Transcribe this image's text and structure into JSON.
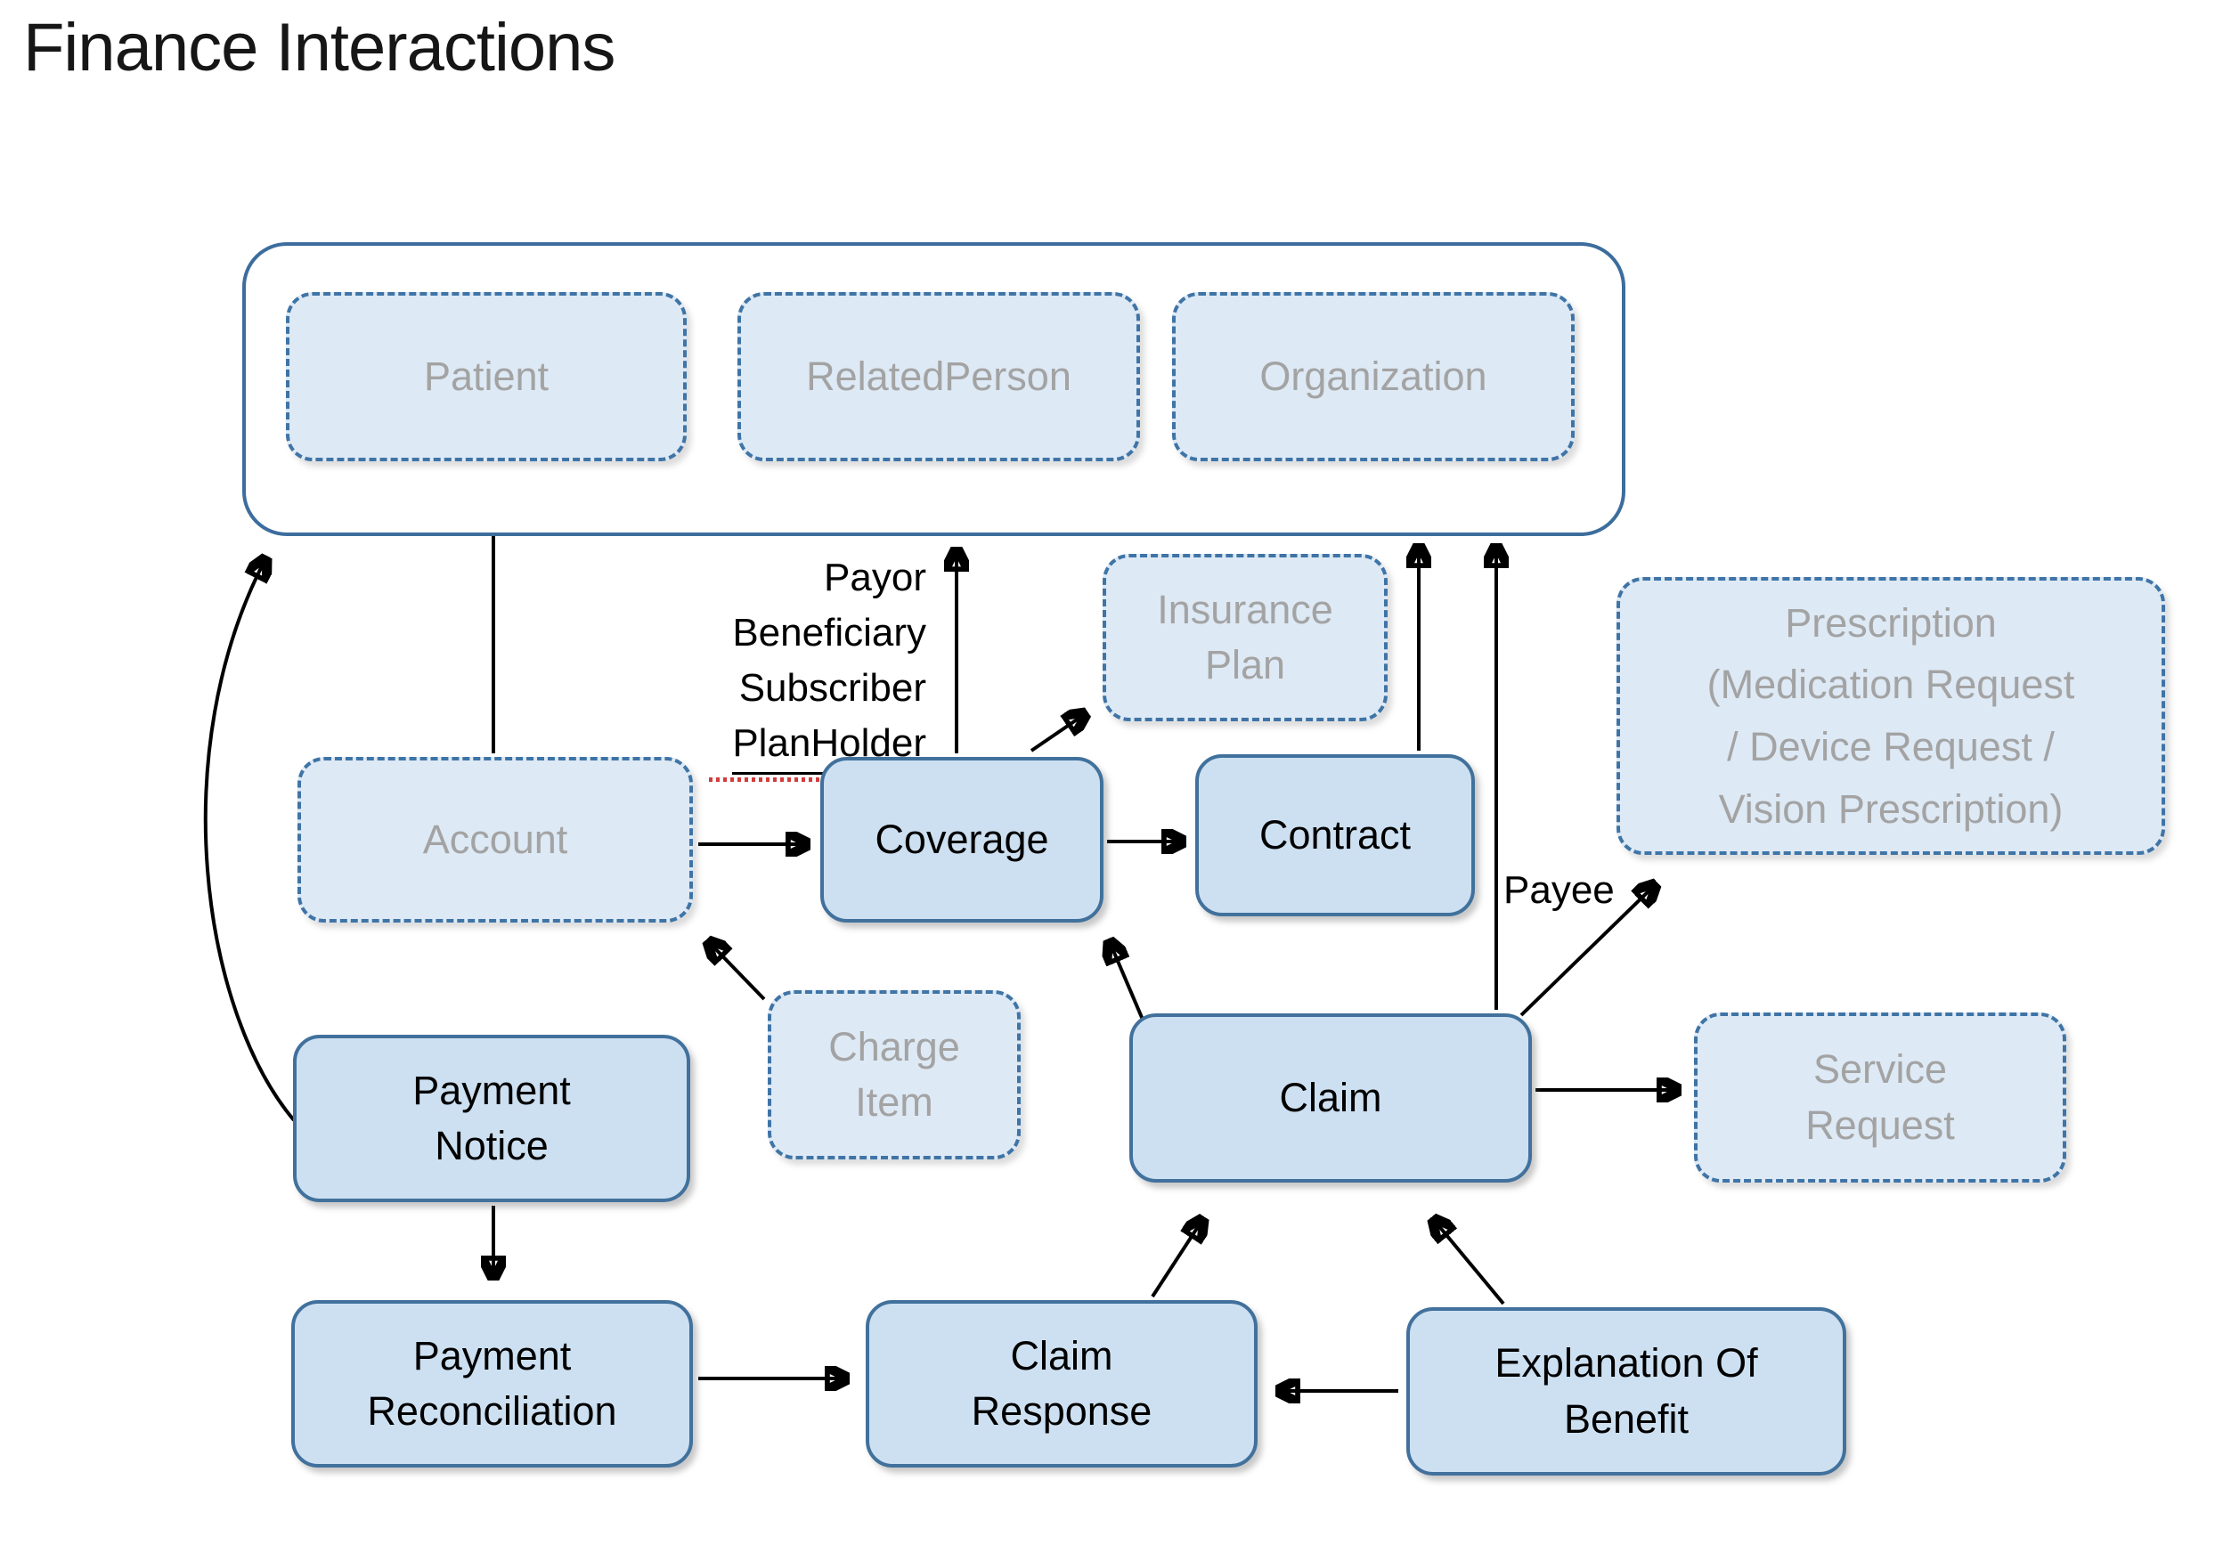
{
  "title": "Finance Interactions",
  "persons_group": {
    "patient": "Patient",
    "related_person": "RelatedPerson",
    "organization": "Organization"
  },
  "boxes": {
    "account": "Account",
    "coverage": "Coverage",
    "contract": "Contract",
    "insurance_plan": "Insurance\nPlan",
    "prescription": "Prescription\n(Medication Request\n/ Device Request /\nVision Prescription)",
    "charge_item": "Charge\nItem",
    "claim": "Claim",
    "service_request": "Service\nRequest",
    "payment_notice": "Payment\nNotice",
    "payment_reconciliation": "Payment\nReconciliation",
    "claim_response": "Claim\nResponse",
    "explanation_of_benefit": "Explanation Of\nBenefit"
  },
  "edge_labels": {
    "payor": "Payor",
    "beneficiary": "Beneficiary",
    "subscriber": "Subscriber",
    "planholder": "PlanHolder",
    "payee": "Payee"
  },
  "colors": {
    "solid_box_fill": "#cde0f1",
    "solid_box_border": "#41719c",
    "dashed_box_fill": "#dde9f5",
    "dashed_box_border": "#3f74a6",
    "muted_text": "#a3a3a3",
    "arrow": "#000000",
    "spellcheck_underline": "#d43b3b"
  }
}
